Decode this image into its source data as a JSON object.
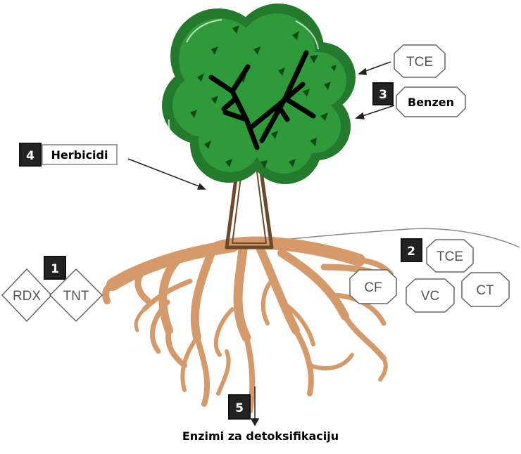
{
  "labels": {
    "n1": "1",
    "n2": "2",
    "n3": "3",
    "n4": "4",
    "n5": "5",
    "tce_top": "TCE",
    "benzen": "Benzen",
    "herbicidi": "Herbicidi",
    "rdx": "RDX",
    "tnt": "TNT",
    "tce_soil": "TCE",
    "cf": "CF",
    "vc": "VC",
    "ct": "CT",
    "caption": "Enzimi za detoksifikaciju"
  },
  "colors": {
    "foliage_dark": "#237a2d",
    "foliage": "#2f9a3a",
    "branches": "#000000",
    "trunk": "#6b4a2c",
    "roots": "#d69a6a",
    "outline": "#555555"
  }
}
